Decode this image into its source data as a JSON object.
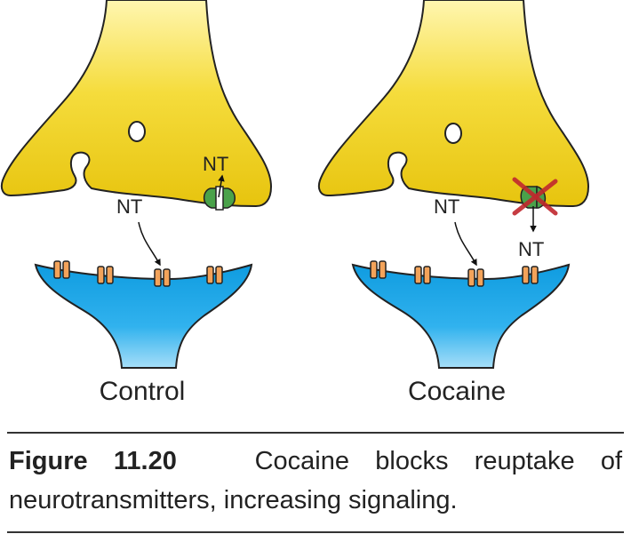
{
  "labels": {
    "nt": "NT",
    "control": "Control",
    "cocaine": "Cocaine"
  },
  "caption": {
    "figure_number": "Figure 11.20",
    "text_line1": "Cocaine blocks reuptake of",
    "text_line2": "neurotransmitters, increasing signaling."
  },
  "colors": {
    "presynaptic": "#f2d21e",
    "postsynaptic": "#1aa3e0",
    "receptor": "#f3a35a",
    "transporter": "#4aa24a",
    "block_x": "#c0282e"
  }
}
